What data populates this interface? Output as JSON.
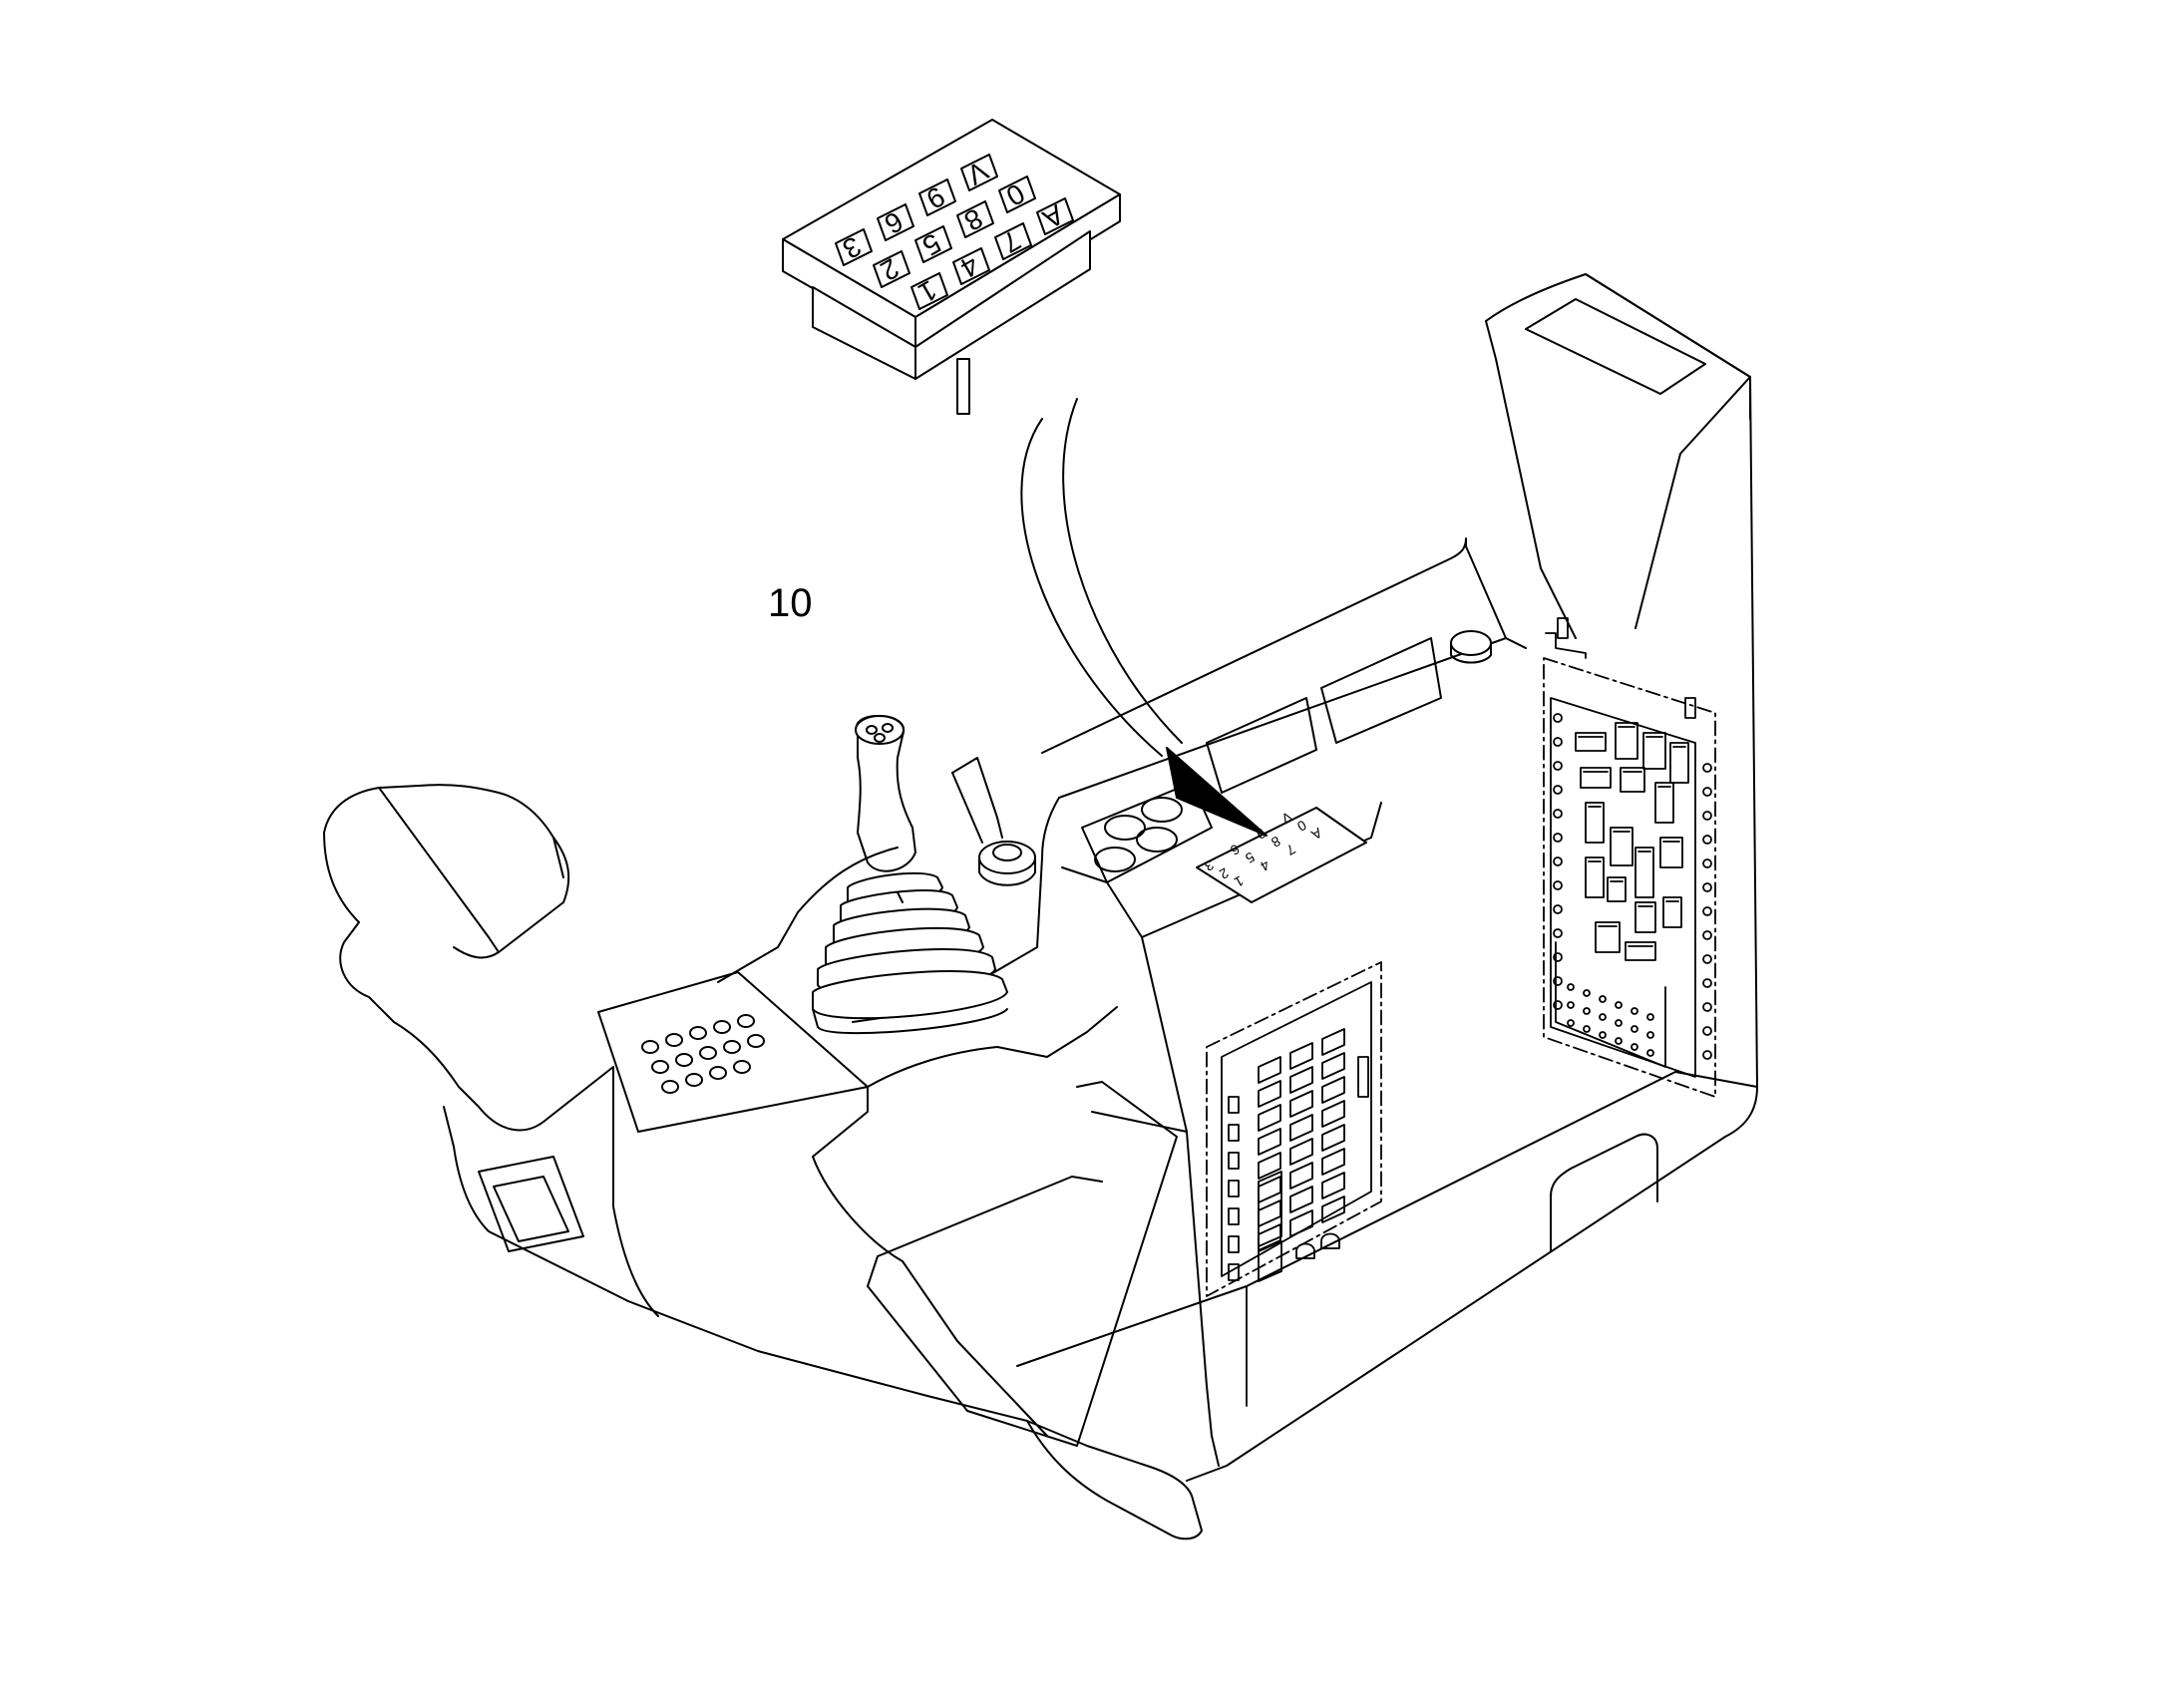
{
  "diagram": {
    "callout_number": "10",
    "keypad_keys": [
      [
        "1",
        "2",
        "3"
      ],
      [
        "4",
        "5",
        "6"
      ],
      [
        "7",
        "8",
        "9"
      ],
      [
        "A",
        "0",
        "V"
      ]
    ],
    "line_color": "#000000",
    "background": "#ffffff"
  }
}
